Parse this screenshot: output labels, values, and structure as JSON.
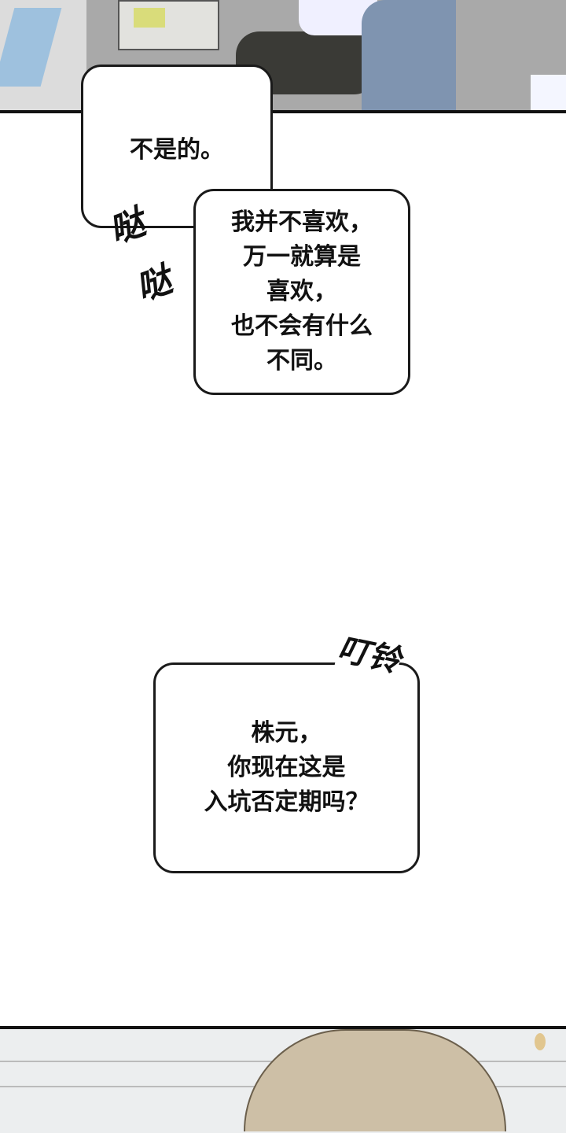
{
  "bubbles": [
    {
      "lines": [
        "不是的。"
      ]
    },
    {
      "lines": [
        "我并不喜欢，",
        "万一就算是",
        "喜欢，",
        "也不会有什么",
        "不同。"
      ]
    },
    {
      "lines": [
        "株元，",
        "你现在这是",
        "入坑否定期吗？"
      ]
    }
  ],
  "sfx": {
    "footsteps": [
      "哒",
      "哒"
    ],
    "ring": "叮铃"
  }
}
